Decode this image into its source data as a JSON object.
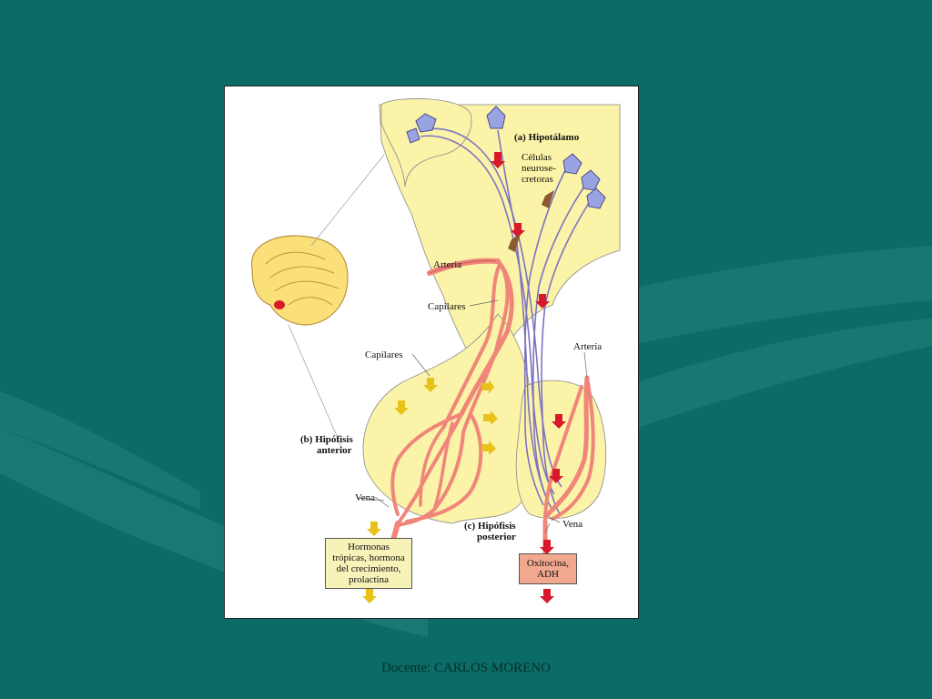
{
  "diagram": {
    "labels": {
      "hypothalamus": "(a) Hipotálamo",
      "neurosecretory": [
        "Células",
        "neurose-",
        "cretoras"
      ],
      "artery_top": "Arteria",
      "capillaries_top": "Capilares",
      "capillaries_anterior": "Capilares",
      "artery_right": "Arteria",
      "anterior_pituitary": [
        "(b) Hipófisis",
        "anterior"
      ],
      "vein_left": "Vena",
      "posterior_pituitary": [
        "(c) Hipófisis",
        "posterior"
      ],
      "vein_right": "Vena"
    },
    "anterior_box": [
      "Hormonas",
      "trópicas, hormona",
      "del crecimiento,",
      "prolactina"
    ],
    "posterior_box": [
      "Oxitocina,",
      "ADH"
    ]
  },
  "footer": {
    "credit": "Docente: CARLOS MORENO"
  },
  "colors": {
    "slide_background": "#0b6b66",
    "gland": "#fbf3a8",
    "blood_vessel": "#f0857a",
    "neuron": "#8a82c7",
    "hormone_arrow_red": "#d8192a",
    "hormone_arrow_yellow": "#e8c21a"
  }
}
